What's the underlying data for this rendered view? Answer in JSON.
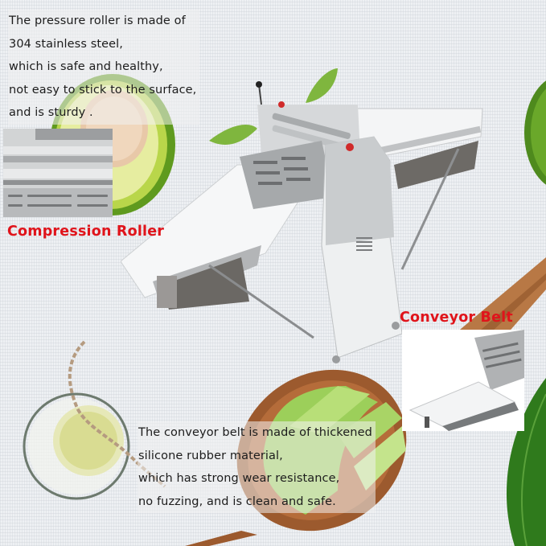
{
  "top_description": {
    "lines": [
      "The pressure roller is made of",
      "304 stainless steel,",
      "which is safe and healthy,",
      "not easy to stick to the surface,",
      "and is sturdy ."
    ]
  },
  "callouts": {
    "compression_roller": "Compression Roller",
    "conveyor_belt": "Conveyor Belt"
  },
  "bottom_description": {
    "lines": [
      "The conveyor belt is made of thickened",
      "silicone rubber material,",
      "which has strong wear resistance,",
      "no fuzzing, and is clean and safe."
    ]
  },
  "colors": {
    "callout_red": "#e0141b",
    "text": "#1c1c1c",
    "avocado_green": "#7fb52a",
    "wood": "#a8683a",
    "steel": "#b9bcbf",
    "machine_white": "#f2f3f4"
  }
}
